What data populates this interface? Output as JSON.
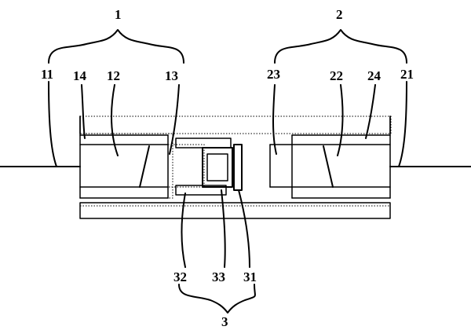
{
  "groups": [
    {
      "id": "1",
      "label": "1"
    },
    {
      "id": "2",
      "label": "2"
    },
    {
      "id": "3",
      "label": "3"
    }
  ],
  "parts": {
    "p11": "11",
    "p14": "14",
    "p12": "12",
    "p13": "13",
    "p23": "23",
    "p22": "22",
    "p24": "24",
    "p21": "21",
    "p32": "32",
    "p33": "33",
    "p31": "31"
  }
}
